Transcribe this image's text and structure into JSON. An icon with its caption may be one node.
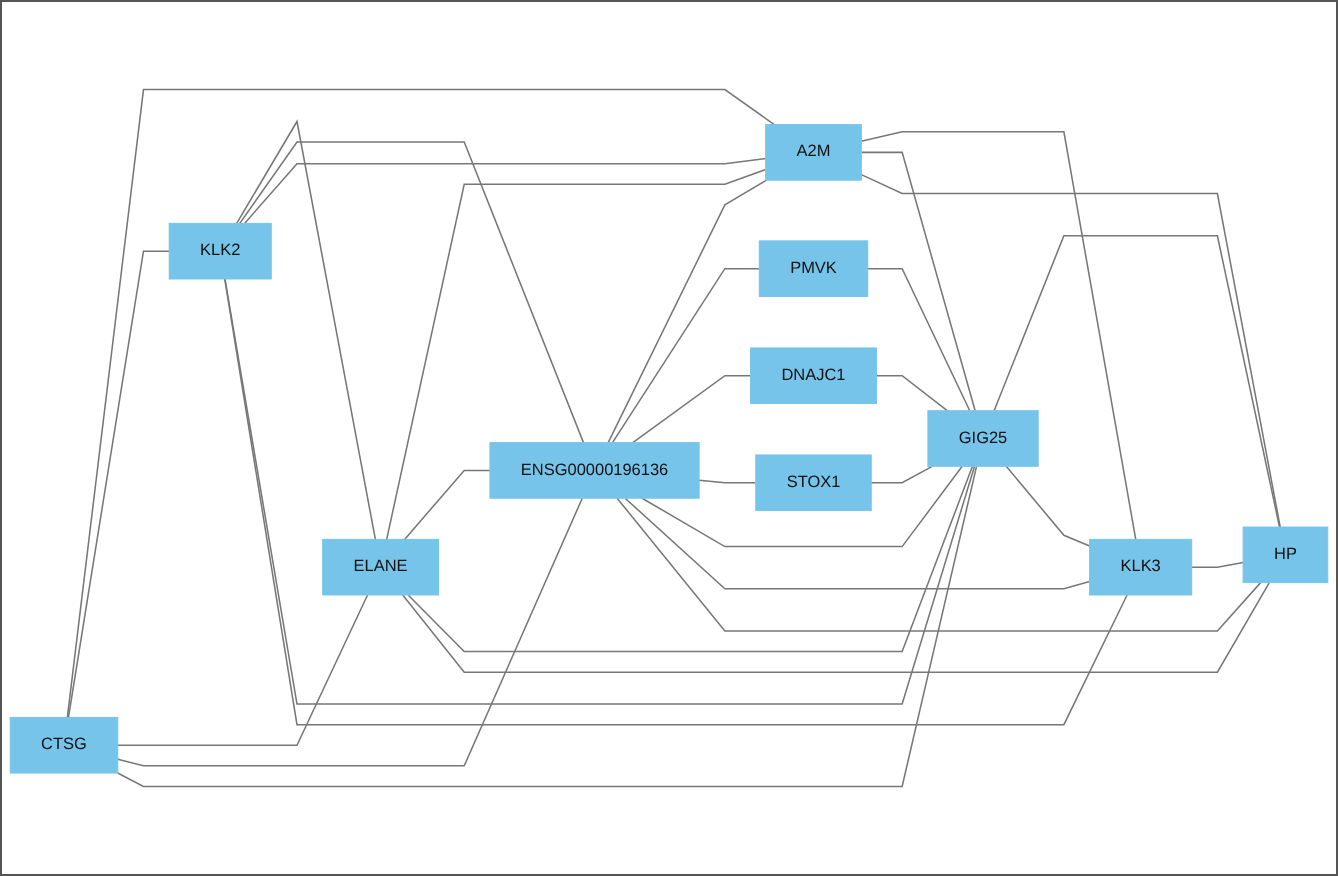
{
  "diagram": {
    "nodes": [
      {
        "text": [
          "KLK2"
        ]
      },
      {
        "text": [
          "ELANE"
        ]
      },
      {
        "text": [
          "CTSG"
        ]
      },
      {
        "text": [
          "ENSG00000196136"
        ]
      },
      {
        "text": [
          "A2M"
        ]
      },
      {
        "text": [
          "PMVK"
        ]
      },
      {
        "text": [
          "KLK3"
        ]
      },
      {
        "text": [
          "DNAJC1"
        ]
      },
      {
        "text": [
          "HP"
        ]
      },
      {
        "text": [
          "STOX1"
        ]
      },
      {
        "text": [
          "GIG25"
        ]
      }
    ],
    "edges": [
      {
        "from": 2,
        "to": 4,
        "arrow": "none"
      },
      {
        "from": 2,
        "to": 0,
        "arrow": "none"
      },
      {
        "from": 2,
        "to": 1,
        "arrow": "none"
      },
      {
        "from": 2,
        "to": 3,
        "arrow": "none"
      },
      {
        "from": 2,
        "to": 10,
        "arrow": "none"
      },
      {
        "from": 0,
        "to": 1,
        "arrow": "none"
      },
      {
        "from": 0,
        "to": 3,
        "arrow": "none"
      },
      {
        "from": 0,
        "to": 4,
        "arrow": "none"
      },
      {
        "from": 0,
        "to": 10,
        "arrow": "none"
      },
      {
        "from": 0,
        "to": 6,
        "arrow": "none"
      },
      {
        "from": 1,
        "to": 4,
        "arrow": "none"
      },
      {
        "from": 1,
        "to": 3,
        "arrow": "none"
      },
      {
        "from": 1,
        "to": 10,
        "arrow": "none"
      },
      {
        "from": 1,
        "to": 8,
        "arrow": "none"
      },
      {
        "from": 3,
        "to": 4,
        "arrow": "none"
      },
      {
        "from": 3,
        "to": 5,
        "arrow": "none"
      },
      {
        "from": 3,
        "to": 7,
        "arrow": "none"
      },
      {
        "from": 3,
        "to": 9,
        "arrow": "none"
      },
      {
        "from": 3,
        "to": 10,
        "arrow": "none"
      },
      {
        "from": 3,
        "to": 6,
        "arrow": "none"
      },
      {
        "from": 3,
        "to": 8,
        "arrow": "none"
      },
      {
        "from": 4,
        "to": 6,
        "arrow": "none"
      },
      {
        "from": 4,
        "to": 10,
        "arrow": "none"
      },
      {
        "from": 4,
        "to": 8,
        "arrow": "none"
      },
      {
        "from": 5,
        "to": 10,
        "arrow": "none"
      },
      {
        "from": 7,
        "to": 10,
        "arrow": "none"
      },
      {
        "from": 9,
        "to": 10,
        "arrow": "none"
      },
      {
        "from": 10,
        "to": 8,
        "arrow": "none"
      },
      {
        "from": 10,
        "to": 6,
        "arrow": "none"
      },
      {
        "from": 6,
        "to": 8,
        "arrow": "none"
      }
    ]
  }
}
